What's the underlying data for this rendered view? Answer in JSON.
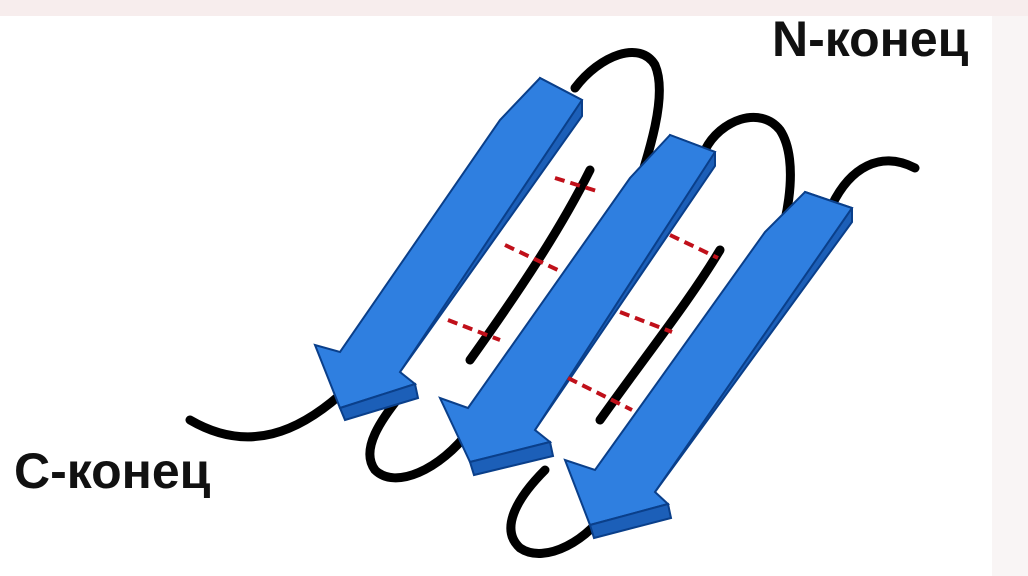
{
  "labels": {
    "n_terminus": "N-конец",
    "c_terminus": "C-конец"
  },
  "colors": {
    "strand_face": "#2f7fe0",
    "strand_edge": "#0a3f8a",
    "strand_side": "#1c5fb8",
    "backbone": "#000000",
    "hbond": "#c0101a",
    "band": "#f7eded"
  },
  "figure": {
    "type": "antiparallel-beta-sheet",
    "strand_count": 3,
    "hbond_count": 6
  }
}
